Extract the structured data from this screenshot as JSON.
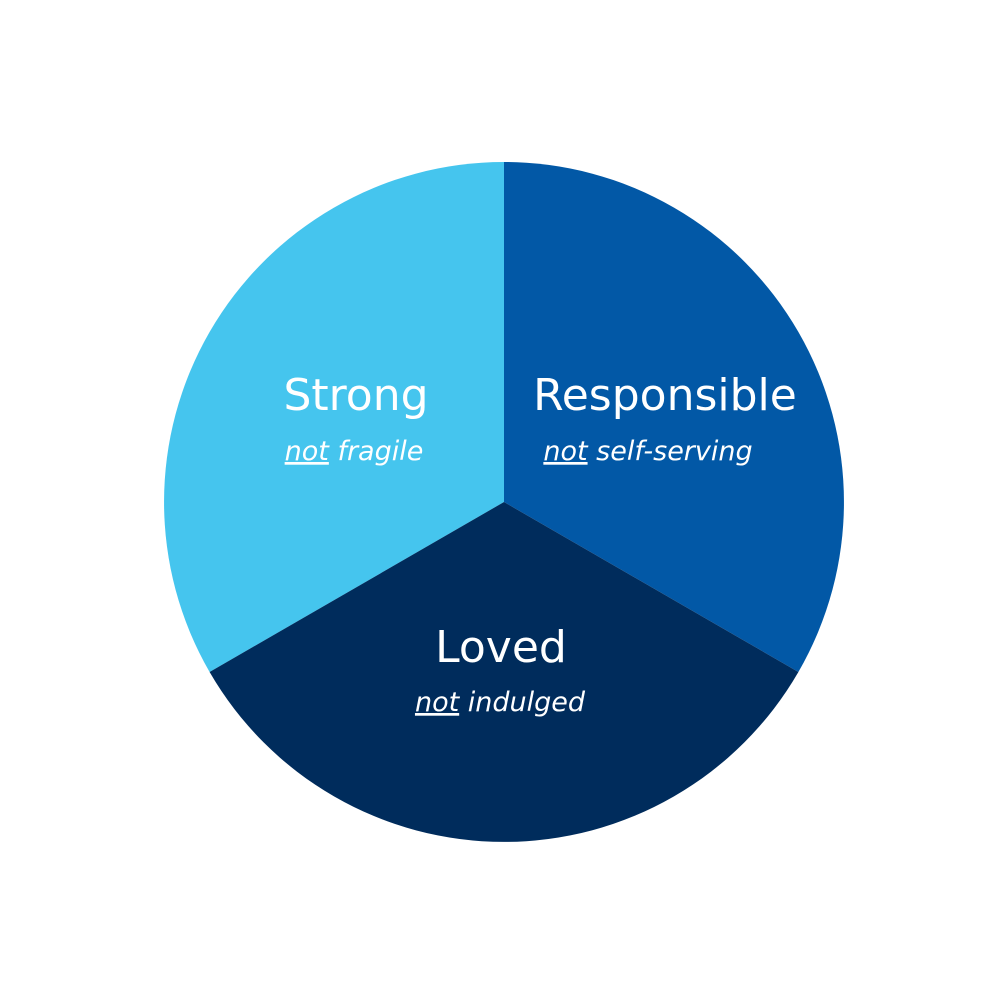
{
  "diagram": {
    "segments": [
      {
        "id": "strong",
        "title": "Strong",
        "negation": "not",
        "contrast": "fragile",
        "color": "#45C5EE",
        "share": 0.3333
      },
      {
        "id": "responsible",
        "title": "Responsible",
        "negation": "not",
        "contrast": "self-serving",
        "color": "#0258A6",
        "share": 0.3333
      },
      {
        "id": "loved",
        "title": "Loved",
        "negation": "not",
        "contrast": "indulged",
        "color": "#002C5C",
        "share": 0.3333
      }
    ],
    "text_color": "#FFFFFF",
    "background": "#FFFFFF"
  }
}
